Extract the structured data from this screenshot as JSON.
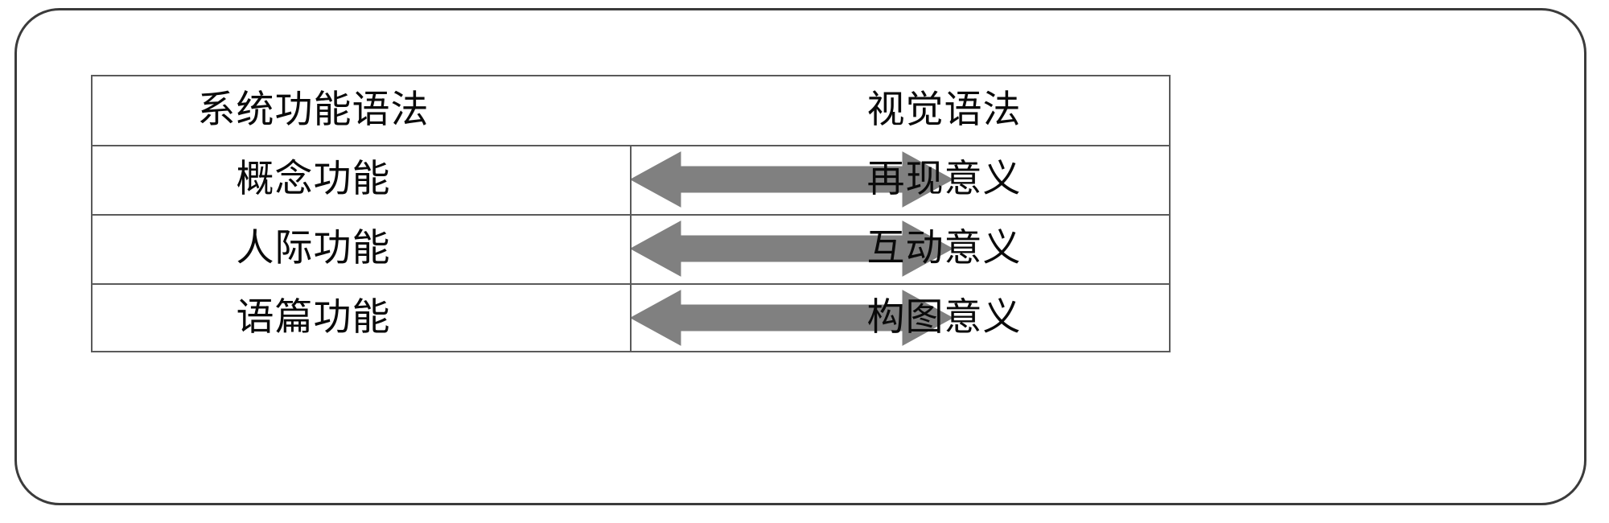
{
  "diagram": {
    "title_left": "系统功能语法",
    "title_right": "视觉语法",
    "columns": [
      "系统功能语法",
      "视觉语法"
    ],
    "rows": [
      {
        "left": "概念功能",
        "right": "再现意义",
        "connector": "double-arrow"
      },
      {
        "left": "人际功能",
        "right": "互动意义",
        "connector": "double-arrow"
      },
      {
        "left": "语篇功能",
        "right": "构图意义",
        "connector": "double-arrow"
      }
    ],
    "connector_label": "双向箭头",
    "colors": {
      "arrow_fill": "#808080",
      "arrow_stroke": "#808080",
      "table_border": "#5a5a5a",
      "frame_border": "#3b3b3b",
      "text": "#0a0a0a",
      "background": "#ffffff"
    }
  }
}
